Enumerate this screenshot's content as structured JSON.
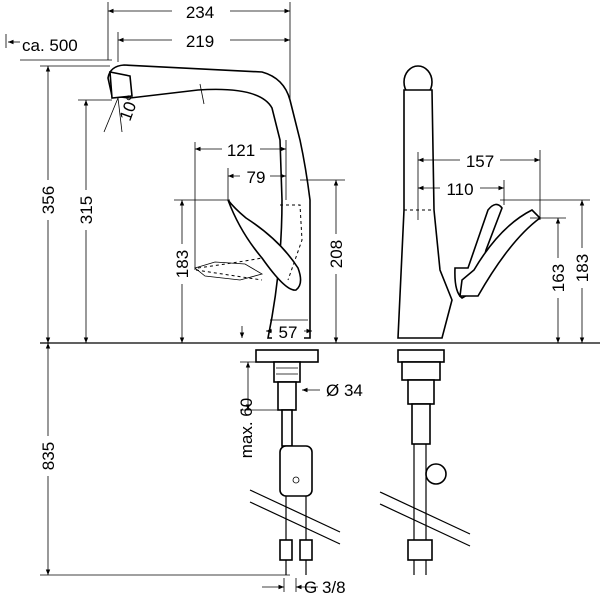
{
  "front": {
    "width_total": "234",
    "width_spout": "219",
    "hose_length": "ca. 500",
    "spray_angle": "10°",
    "height_total": "356",
    "height_outlet": "315",
    "height_lever": "183",
    "lever_reach": "121",
    "lever_offset": "79",
    "height_body": "208",
    "base_width": "57",
    "hole_diameter": "Ø 34",
    "max_counter": "max. 60",
    "hose_below": "835",
    "connection": "G 3/8"
  },
  "side": {
    "lever_reach": "157",
    "lever_offset": "110",
    "lever_height": "163",
    "total_height": "183"
  }
}
